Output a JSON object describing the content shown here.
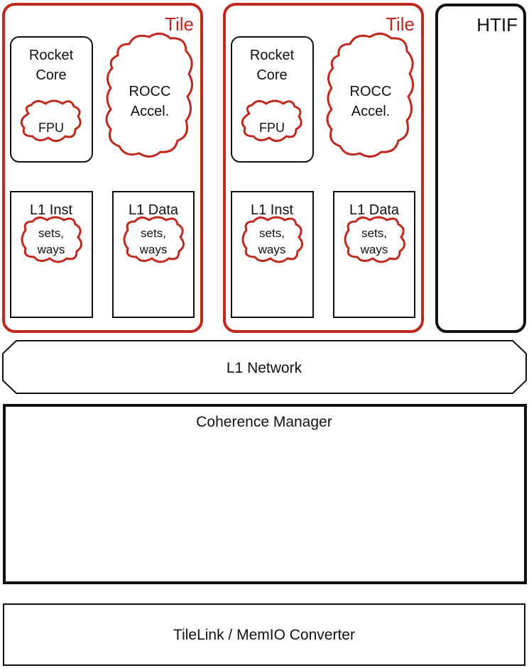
{
  "colors": {
    "accent": "#c0281e",
    "stroke": "#111111",
    "background": "#ffffff"
  },
  "tiles": [
    {
      "title": "Tile",
      "core": {
        "line1": "Rocket",
        "line2": "Core",
        "fpu": "FPU"
      },
      "rocc": {
        "line1": "ROCC",
        "line2": "Accel."
      },
      "l1_inst": {
        "label": "L1 Inst",
        "cfg_line1": "sets,",
        "cfg_line2": "ways"
      },
      "l1_data": {
        "label": "L1 Data",
        "cfg_line1": "sets,",
        "cfg_line2": "ways"
      }
    },
    {
      "title": "Tile",
      "core": {
        "line1": "Rocket",
        "line2": "Core",
        "fpu": "FPU"
      },
      "rocc": {
        "line1": "ROCC",
        "line2": "Accel."
      },
      "l1_inst": {
        "label": "L1 Inst",
        "cfg_line1": "sets,",
        "cfg_line2": "ways"
      },
      "l1_data": {
        "label": "L1 Data",
        "cfg_line1": "sets,",
        "cfg_line2": "ways"
      }
    }
  ],
  "htif": {
    "label": "HTIF"
  },
  "network": {
    "label": "L1 Network"
  },
  "coherence": {
    "label": "Coherence Manager"
  },
  "converter": {
    "label": "TileLink / MemIO Converter"
  }
}
